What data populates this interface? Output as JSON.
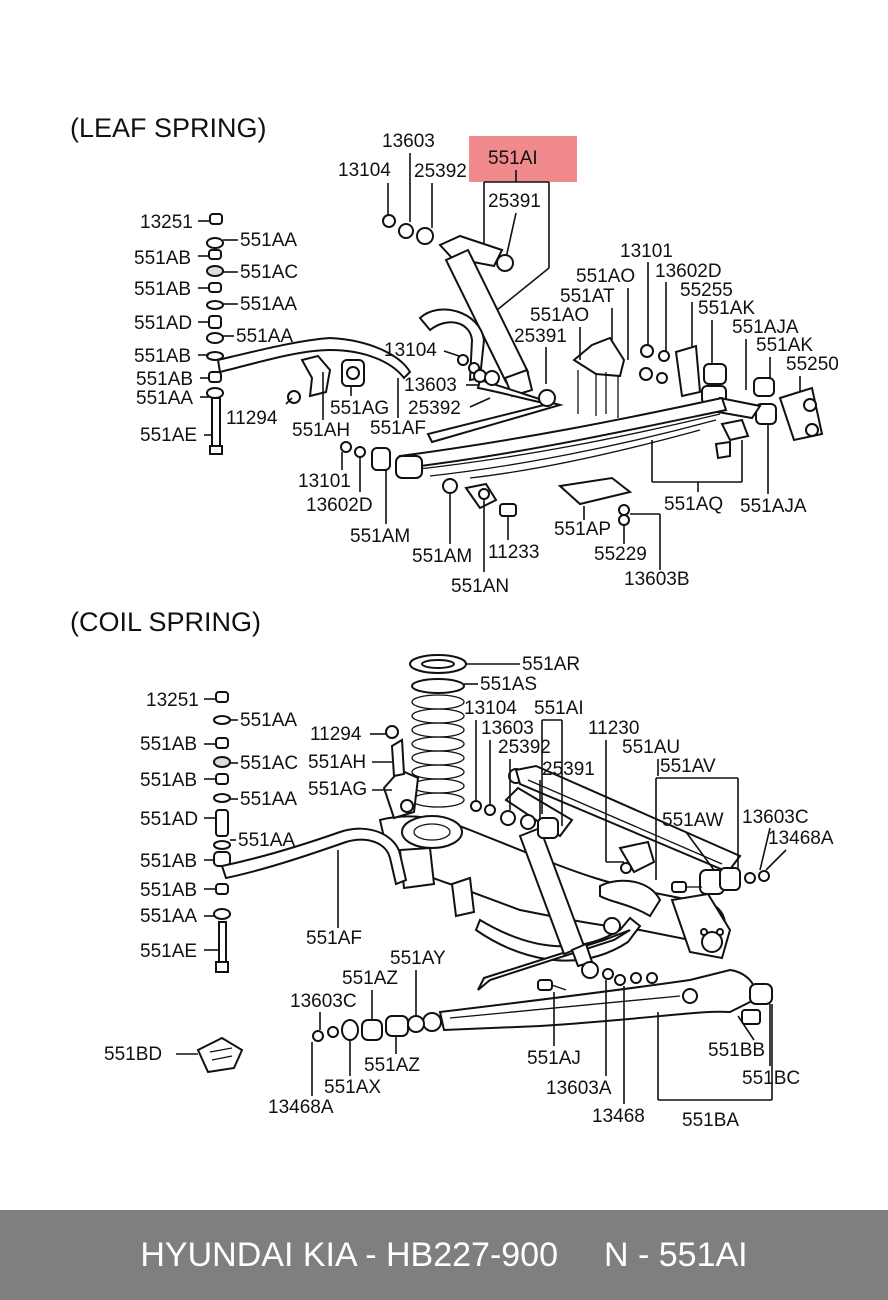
{
  "sections": {
    "leaf": {
      "title": "(LEAF SPRING)"
    },
    "coil": {
      "title": "(COIL SPRING)"
    }
  },
  "highlight": {
    "label": "551AI",
    "color": "#f08a8c"
  },
  "leaf_labels": {
    "l13603": "13603",
    "l13104a": "13104",
    "l25392a": "25392",
    "l25391a": "25391",
    "l13251": "13251",
    "l551AA1": "551AA",
    "l551AB1": "551AB",
    "l551AC": "551AC",
    "l551AB2": "551AB",
    "l551AA2": "551AA",
    "l551AD": "551AD",
    "l551AA3": "551AA",
    "l551AB3": "551AB",
    "l551AB4": "551AB",
    "l551AA4": "551AA",
    "l551AE": "551AE",
    "l11294": "11294",
    "l551AH": "551AH",
    "l551AG": "551AG",
    "l551AF": "551AF",
    "l13104b": "13104",
    "l13603b": "13603",
    "l25392b": "25392",
    "l25391b": "25391",
    "l551AOa": "551AO",
    "l551AT": "551AT",
    "l551AOb": "551AO",
    "l13101a": "13101",
    "l13602D": "13602D",
    "l55255": "55255",
    "l551AK1": "551AK",
    "l551AJA1": "551AJA",
    "l551AK2": "551AK",
    "l55250": "55250",
    "l13101b": "13101",
    "l13602Db": "13602D",
    "l551AM1": "551AM",
    "l551AM2": "551AM",
    "l11233": "11233",
    "l551AN": "551AN",
    "l551AP": "551AP",
    "l55229": "55229",
    "l13603B": "13603B",
    "l551AQ": "551AQ",
    "l551AJA2": "551AJA"
  },
  "coil_labels": {
    "c551AR": "551AR",
    "c551AS": "551AS",
    "c13251": "13251",
    "c551AA1": "551AA",
    "c11294": "11294",
    "c551AB1": "551AB",
    "c551AH": "551AH",
    "c551AC": "551AC",
    "c551AB2": "551AB",
    "c551AG": "551AG",
    "c551AA2": "551AA",
    "c551AD": "551AD",
    "c551AA3": "551AA",
    "c551AB3": "551AB",
    "c551AB4": "551AB",
    "c551AA4": "551AA",
    "c551AE": "551AE",
    "c551AF": "551AF",
    "c13104": "13104",
    "c13603": "13603",
    "c551AI": "551AI",
    "c11230": "11230",
    "c25392": "25392",
    "c25391": "25391",
    "c551AU": "551AU",
    "c551AV": "551AV",
    "c551AW": "551AW",
    "c13603C": "13603C",
    "c13468A": "13468A",
    "c551AY": "551AY",
    "c551AZ1": "551AZ",
    "c13603C2": "13603C",
    "c551BD": "551BD",
    "c551AZ2": "551AZ",
    "c551AX": "551AX",
    "c13468A2": "13468A",
    "c551AJ": "551AJ",
    "c13603A": "13603A",
    "c13468": "13468",
    "c551BB": "551BB",
    "c551BC": "551BC",
    "c551BA": "551BA"
  },
  "footer": {
    "brand_part": "HYUNDAI KIA - HB227-900",
    "ref": "N - 551AI"
  }
}
